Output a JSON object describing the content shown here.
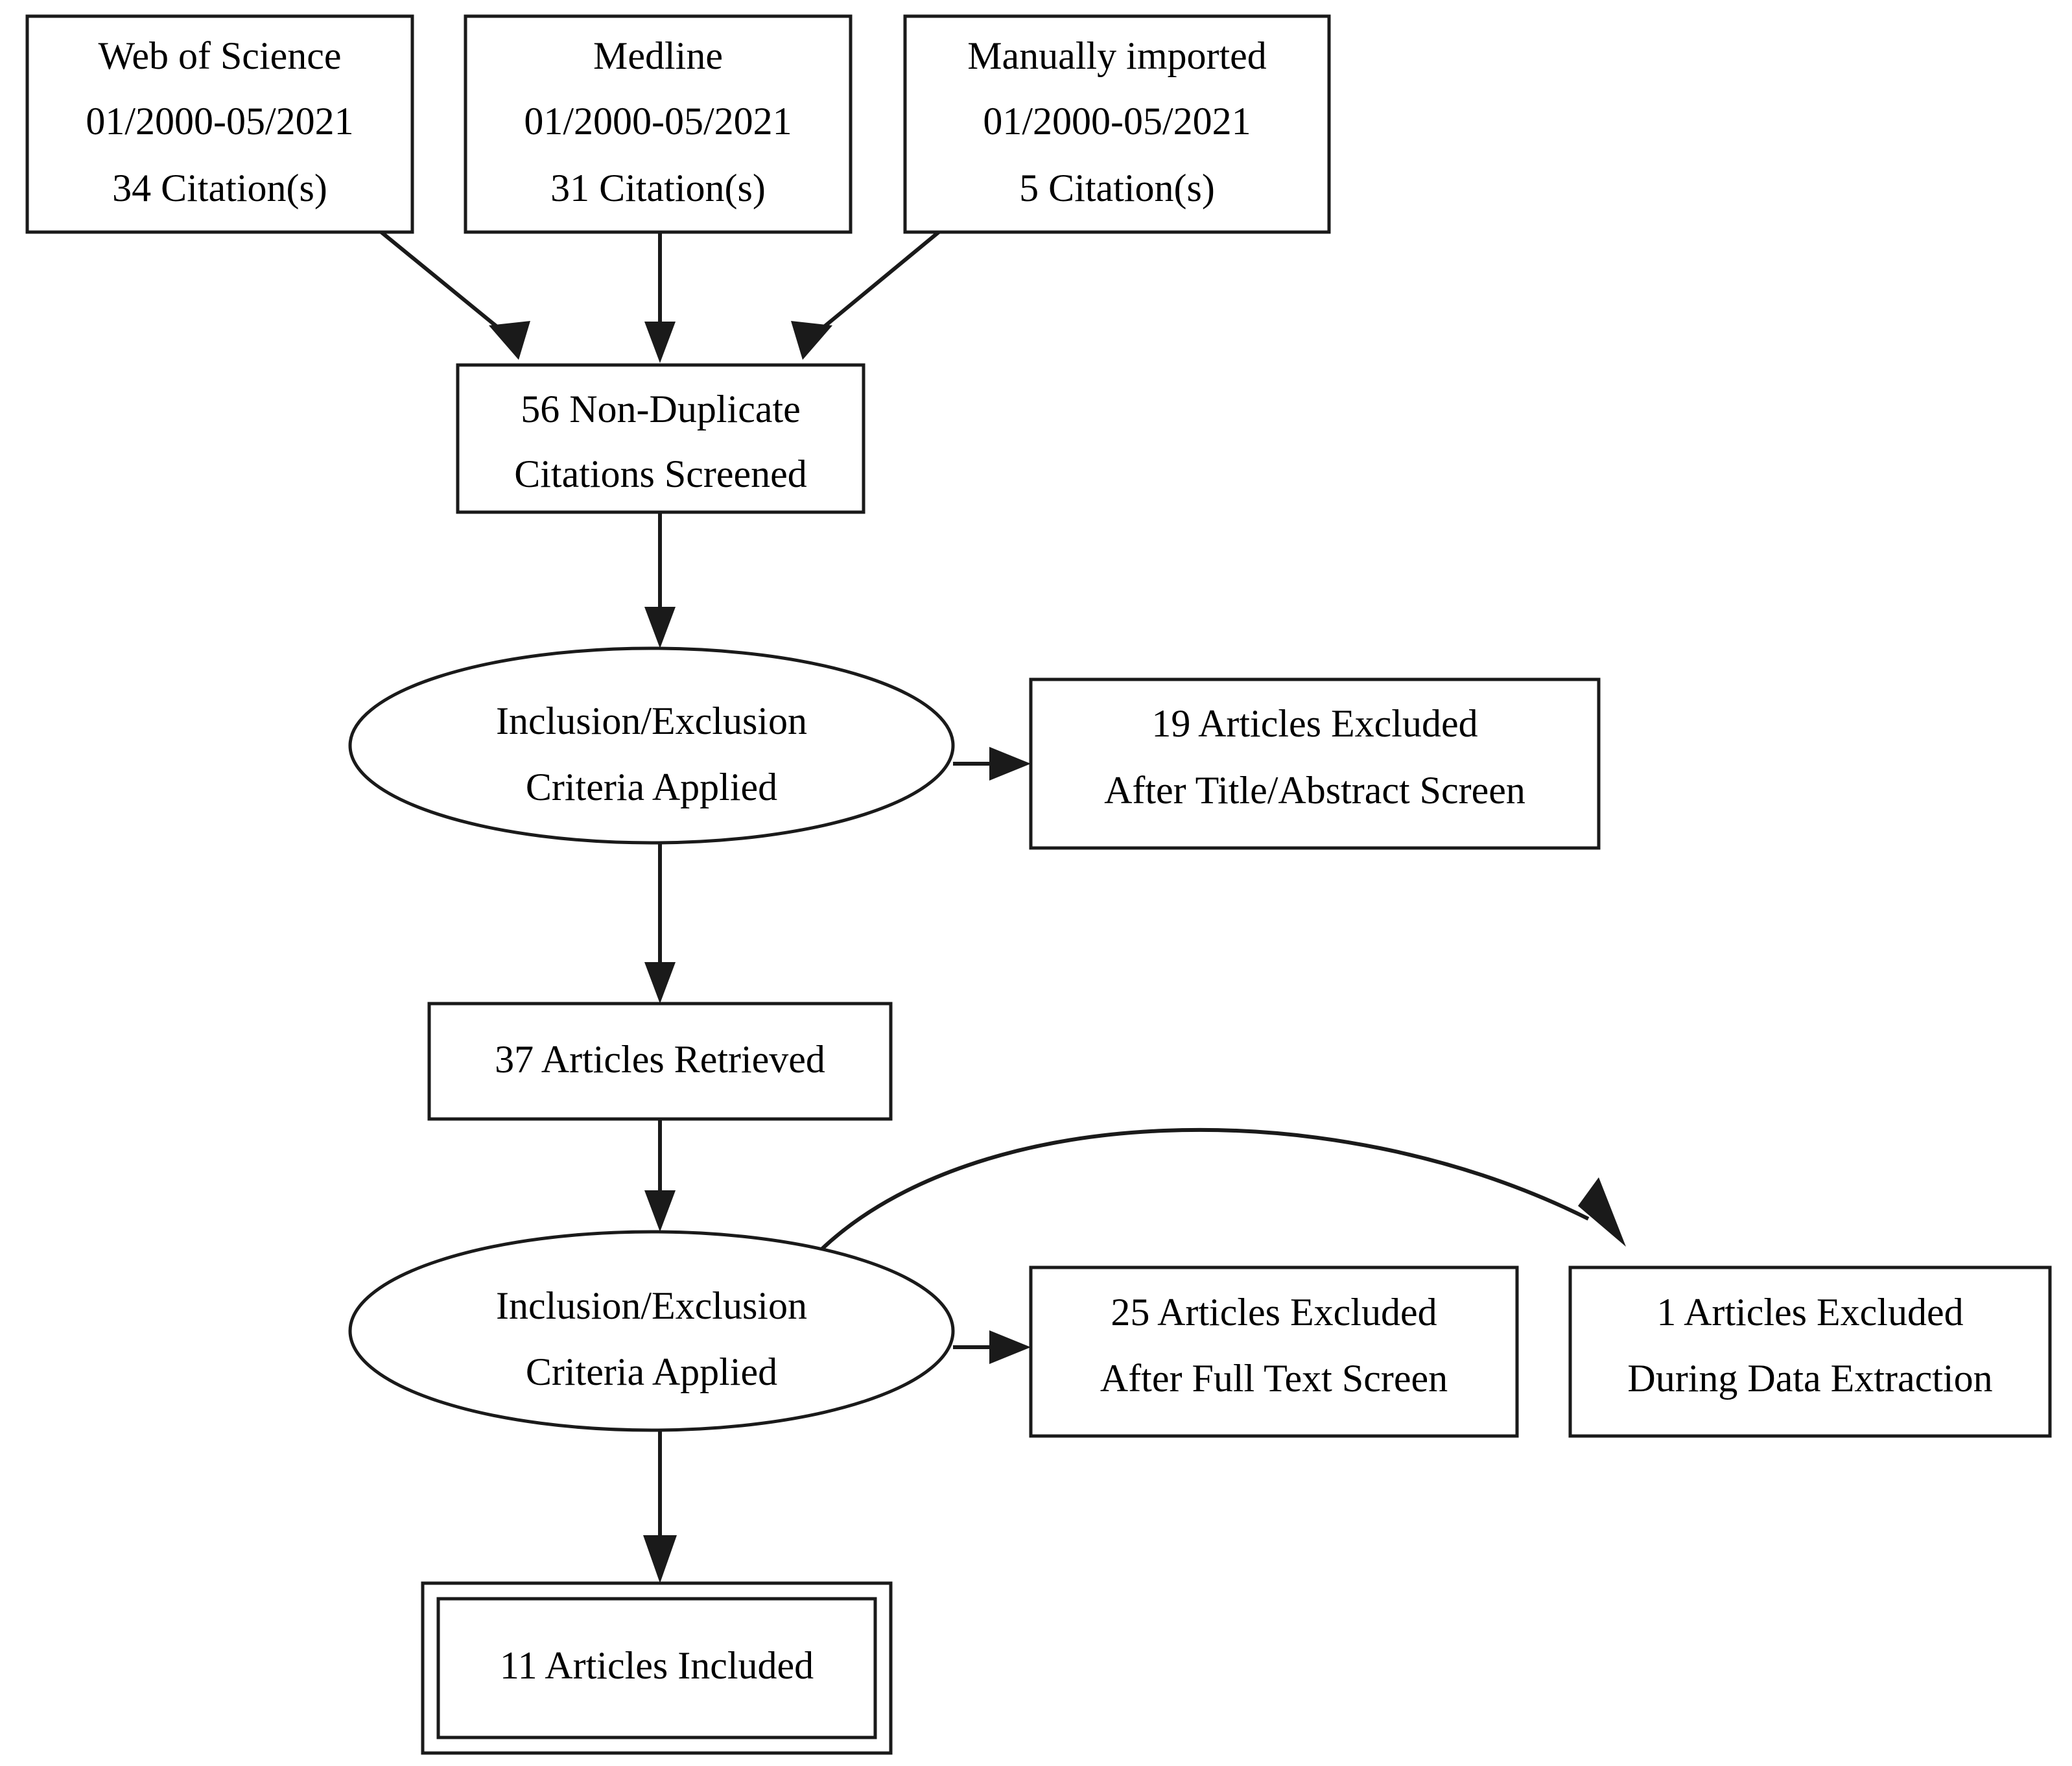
{
  "diagram": {
    "type": "prisma-flow-diagram",
    "title": "",
    "nodes": [
      {
        "id": "web-of-science",
        "shape": "rect",
        "lines": [
          "Web of Science",
          "01/2000-05/2021",
          "34 Citation(s)"
        ],
        "source": "Web of Science",
        "date_range": "01/2000-05/2021",
        "count": 34,
        "count_label": "34 Citation(s)"
      },
      {
        "id": "medline",
        "shape": "rect",
        "lines": [
          "Medline",
          "01/2000-05/2021",
          "31 Citation(s)"
        ],
        "source": "Medline",
        "date_range": "01/2000-05/2021",
        "count": 31,
        "count_label": "31 Citation(s)"
      },
      {
        "id": "manually-imported",
        "shape": "rect",
        "lines": [
          "Manually imported",
          "01/2000-05/2021",
          "5 Citation(s)"
        ],
        "source": "Manually imported",
        "date_range": "01/2000-05/2021",
        "count": 5,
        "count_label": "5 Citation(s)"
      },
      {
        "id": "non-duplicate-screened",
        "shape": "rect",
        "lines": [
          "56 Non-Duplicate",
          "Citations Screened"
        ],
        "count": 56
      },
      {
        "id": "criteria-applied-1",
        "shape": "ellipse",
        "lines": [
          "Inclusion/Exclusion",
          "Criteria Applied"
        ]
      },
      {
        "id": "excluded-title-abstract",
        "shape": "rect",
        "lines": [
          "19 Articles Excluded",
          "After Title/Abstract Screen"
        ],
        "count": 19
      },
      {
        "id": "articles-retrieved",
        "shape": "rect",
        "lines": [
          "37 Articles Retrieved"
        ],
        "count": 37
      },
      {
        "id": "criteria-applied-2",
        "shape": "ellipse",
        "lines": [
          "Inclusion/Exclusion",
          "Criteria Applied"
        ]
      },
      {
        "id": "excluded-full-text",
        "shape": "rect",
        "lines": [
          "25 Articles Excluded",
          "After Full Text Screen"
        ],
        "count": 25
      },
      {
        "id": "excluded-data-extraction",
        "shape": "rect",
        "lines": [
          "1 Articles Excluded",
          "During Data Extraction"
        ],
        "count": 1
      },
      {
        "id": "articles-included",
        "shape": "rect-double",
        "lines": [
          "11 Articles Included"
        ],
        "count": 11
      }
    ],
    "edges": [
      {
        "from": "web-of-science",
        "to": "non-duplicate-screened"
      },
      {
        "from": "medline",
        "to": "non-duplicate-screened"
      },
      {
        "from": "manually-imported",
        "to": "non-duplicate-screened"
      },
      {
        "from": "non-duplicate-screened",
        "to": "criteria-applied-1"
      },
      {
        "from": "criteria-applied-1",
        "to": "excluded-title-abstract"
      },
      {
        "from": "criteria-applied-1",
        "to": "articles-retrieved"
      },
      {
        "from": "articles-retrieved",
        "to": "criteria-applied-2"
      },
      {
        "from": "criteria-applied-2",
        "to": "excluded-full-text"
      },
      {
        "from": "criteria-applied-2",
        "to": "excluded-data-extraction",
        "style": "curved"
      },
      {
        "from": "criteria-applied-2",
        "to": "articles-included"
      }
    ],
    "colors": {
      "stroke": "#1a1a1a",
      "fill": "#ffffff",
      "text": "#000000"
    }
  },
  "labels": {
    "wos_line1": "Web of Science",
    "wos_line2": "01/2000-05/2021",
    "wos_line3": "34 Citation(s)",
    "medline_line1": "Medline",
    "medline_line2": "01/2000-05/2021",
    "medline_line3": "31 Citation(s)",
    "manual_line1": "Manually imported",
    "manual_line2": "01/2000-05/2021",
    "manual_line3": "5 Citation(s)",
    "screened_line1": "56 Non-Duplicate",
    "screened_line2": "Citations Screened",
    "criteria1_line1": "Inclusion/Exclusion",
    "criteria1_line2": "Criteria Applied",
    "excl_ta_line1": "19 Articles Excluded",
    "excl_ta_line2": "After Title/Abstract Screen",
    "retrieved_line1": "37 Articles Retrieved",
    "criteria2_line1": "Inclusion/Exclusion",
    "criteria2_line2": "Criteria Applied",
    "excl_ft_line1": "25 Articles Excluded",
    "excl_ft_line2": "After Full Text Screen",
    "excl_de_line1": "1 Articles Excluded",
    "excl_de_line2": "During Data Extraction",
    "included_line1": "11 Articles Included"
  }
}
